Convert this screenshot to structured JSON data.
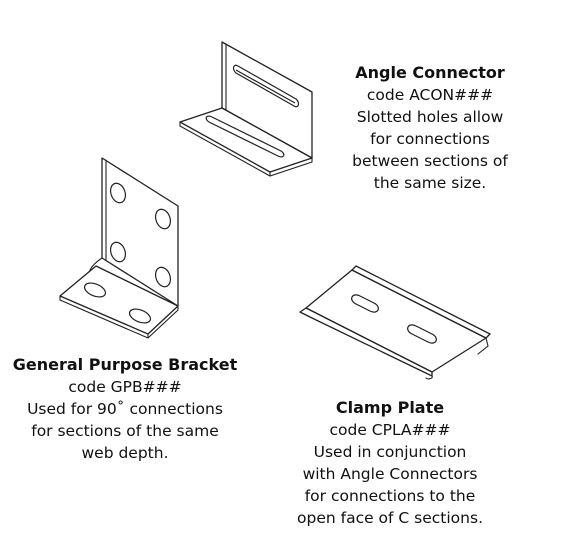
{
  "angle_connector": {
    "title": "Angle Connector",
    "code": "code ACON###",
    "lines": [
      "Slotted holes allow",
      "for connections",
      "between sections of",
      "the same size."
    ]
  },
  "general_purpose_bracket": {
    "title": "General Purpose Bracket",
    "code": "code GPB###",
    "lines": [
      "Used for 90˚ connections",
      "for sections of the same",
      "web depth."
    ]
  },
  "clamp_plate": {
    "title": "Clamp Plate",
    "code": "code CPLA###",
    "lines": [
      "Used in conjunction",
      "with Angle Connectors",
      "for connections to the",
      "open face of C sections."
    ]
  }
}
